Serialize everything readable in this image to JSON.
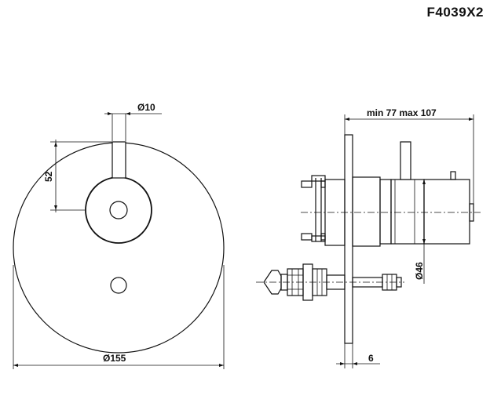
{
  "product_code": "F4039X2",
  "dimensions": {
    "pin_diameter": "Ø10",
    "lever_height": "52",
    "plate_diameter": "Ø155",
    "depth_range": "min 77 max 107",
    "body_diameter": "Ø46",
    "plate_thickness": "6"
  }
}
